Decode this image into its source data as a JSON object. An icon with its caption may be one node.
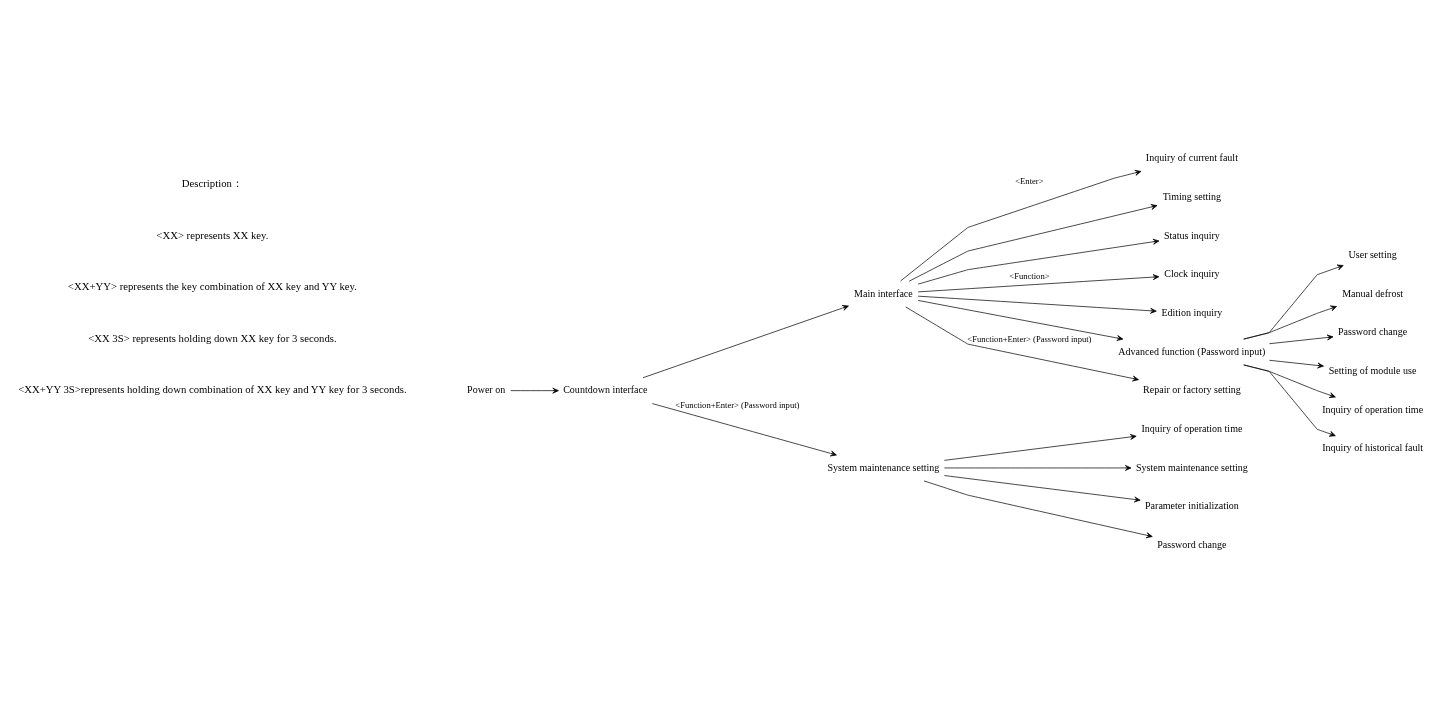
{
  "diagram": {
    "nodes": [
      {
        "text": [
          "Power on"
        ]
      },
      {
        "text": [
          "Countdown interface"
        ]
      },
      {
        "text": [
          "Main interface"
        ]
      },
      {
        "text": [
          "System maintenance setting"
        ]
      },
      {
        "text": [
          "Inquiry of operation time"
        ]
      },
      {
        "text": [
          "System maintenance setting"
        ]
      },
      {
        "text": [
          "Parameter initialization"
        ]
      },
      {
        "text": [
          "Password change"
        ]
      },
      {
        "text": [
          "Inquiry of current fault"
        ]
      },
      {
        "text": [
          "Timing setting"
        ]
      },
      {
        "text": [
          "Status inquiry"
        ]
      },
      {
        "text": [
          "Clock inquiry"
        ]
      },
      {
        "text": [
          "Edition inquiry"
        ]
      },
      {
        "text": [
          "Advanced function (Password input)"
        ]
      },
      {
        "text": [
          "User setting"
        ]
      },
      {
        "text": [
          "Manual defrost"
        ]
      },
      {
        "text": [
          "Password change"
        ]
      },
      {
        "text": [
          "Setting of module use"
        ]
      },
      {
        "text": [
          "Inquiry of operation time"
        ]
      },
      {
        "text": [
          "Inquiry of historical fault"
        ]
      },
      {
        "text": [
          "Repair or factory setting"
        ]
      }
    ],
    "edges": [
      {
        "from": 0,
        "to": 1,
        "arrow": "to"
      },
      {
        "from": 1,
        "to": 2,
        "arrow": "to"
      },
      {
        "from": 1,
        "to": 3,
        "arrow": "to",
        "label": "<Function+Enter> (Password input)"
      },
      {
        "from": 3,
        "to": 4,
        "arrow": "to"
      },
      {
        "from": 3,
        "to": 5,
        "arrow": "to"
      },
      {
        "from": 3,
        "to": 6,
        "arrow": "to"
      },
      {
        "from": 3,
        "to": 7,
        "arrow": "to"
      },
      {
        "from": 2,
        "to": 8,
        "arrow": "to",
        "label": "<Enter>"
      },
      {
        "from": 2,
        "to": 9,
        "arrow": "to"
      },
      {
        "from": 2,
        "to": 10,
        "arrow": "to"
      },
      {
        "from": 2,
        "to": 11,
        "arrow": "to",
        "label": "<Function>"
      },
      {
        "from": 2,
        "to": 12,
        "arrow": "to"
      },
      {
        "from": 2,
        "to": 13,
        "arrow": "to"
      },
      {
        "from": 13,
        "to": 14,
        "arrow": "to"
      },
      {
        "from": 13,
        "to": 15,
        "arrow": "to"
      },
      {
        "from": 13,
        "to": 16,
        "arrow": "to"
      },
      {
        "from": 13,
        "to": 17,
        "arrow": "to"
      },
      {
        "from": 13,
        "to": 18,
        "arrow": "to"
      },
      {
        "from": 13,
        "to": 19,
        "arrow": "to"
      },
      {
        "from": 2,
        "to": 20,
        "arrow": "to",
        "label": "<Function+Enter> (Password input)"
      }
    ],
    "labels": [
      "Description：",
      "<XX> represents XX key.",
      "<XX+YY> represents the key combination of XX key and YY key.",
      "<XX 3S> represents holding down XX key for 3 seconds.",
      "<XX+YY 3S>represents holding down combination of XX key and YY key for 3 seconds."
    ]
  }
}
